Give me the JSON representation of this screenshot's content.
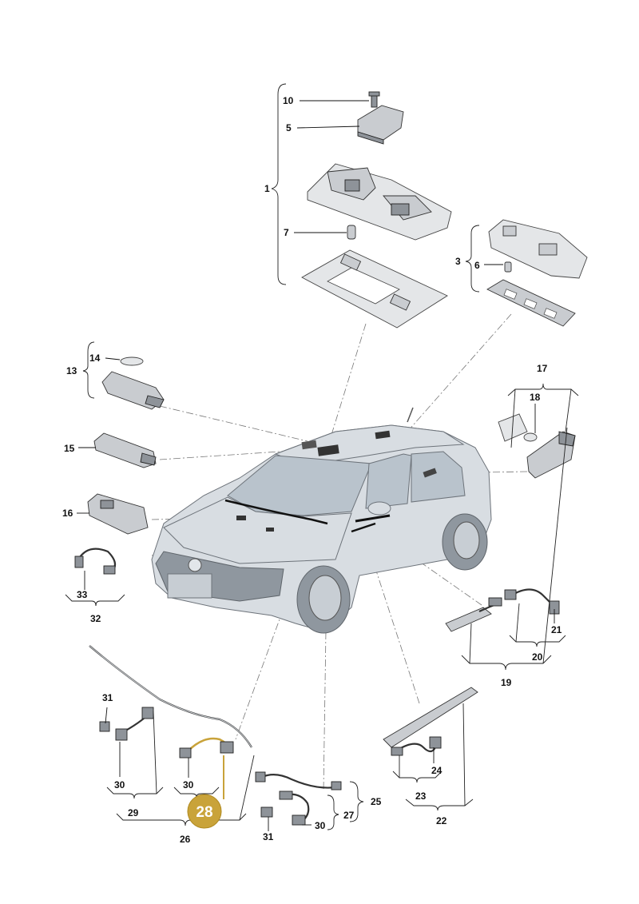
{
  "labels": {
    "l1": "1",
    "l3": "3",
    "l5": "5",
    "l6": "6",
    "l7": "7",
    "l10": "10",
    "l13": "13",
    "l14": "14",
    "l15": "15",
    "l16": "16",
    "l17": "17",
    "l18": "18",
    "l19": "19",
    "l20": "20",
    "l21": "21",
    "l22": "22",
    "l23": "23",
    "l24": "24",
    "l25": "25",
    "l26": "26",
    "l27": "27",
    "l28": "28",
    "l29": "29",
    "l30a": "30",
    "l30b": "30",
    "l30c": "30",
    "l31a": "31",
    "l31b": "31",
    "l32": "32",
    "l33": "33"
  },
  "highlight": {
    "part": "28",
    "color": "#c9a33a"
  }
}
